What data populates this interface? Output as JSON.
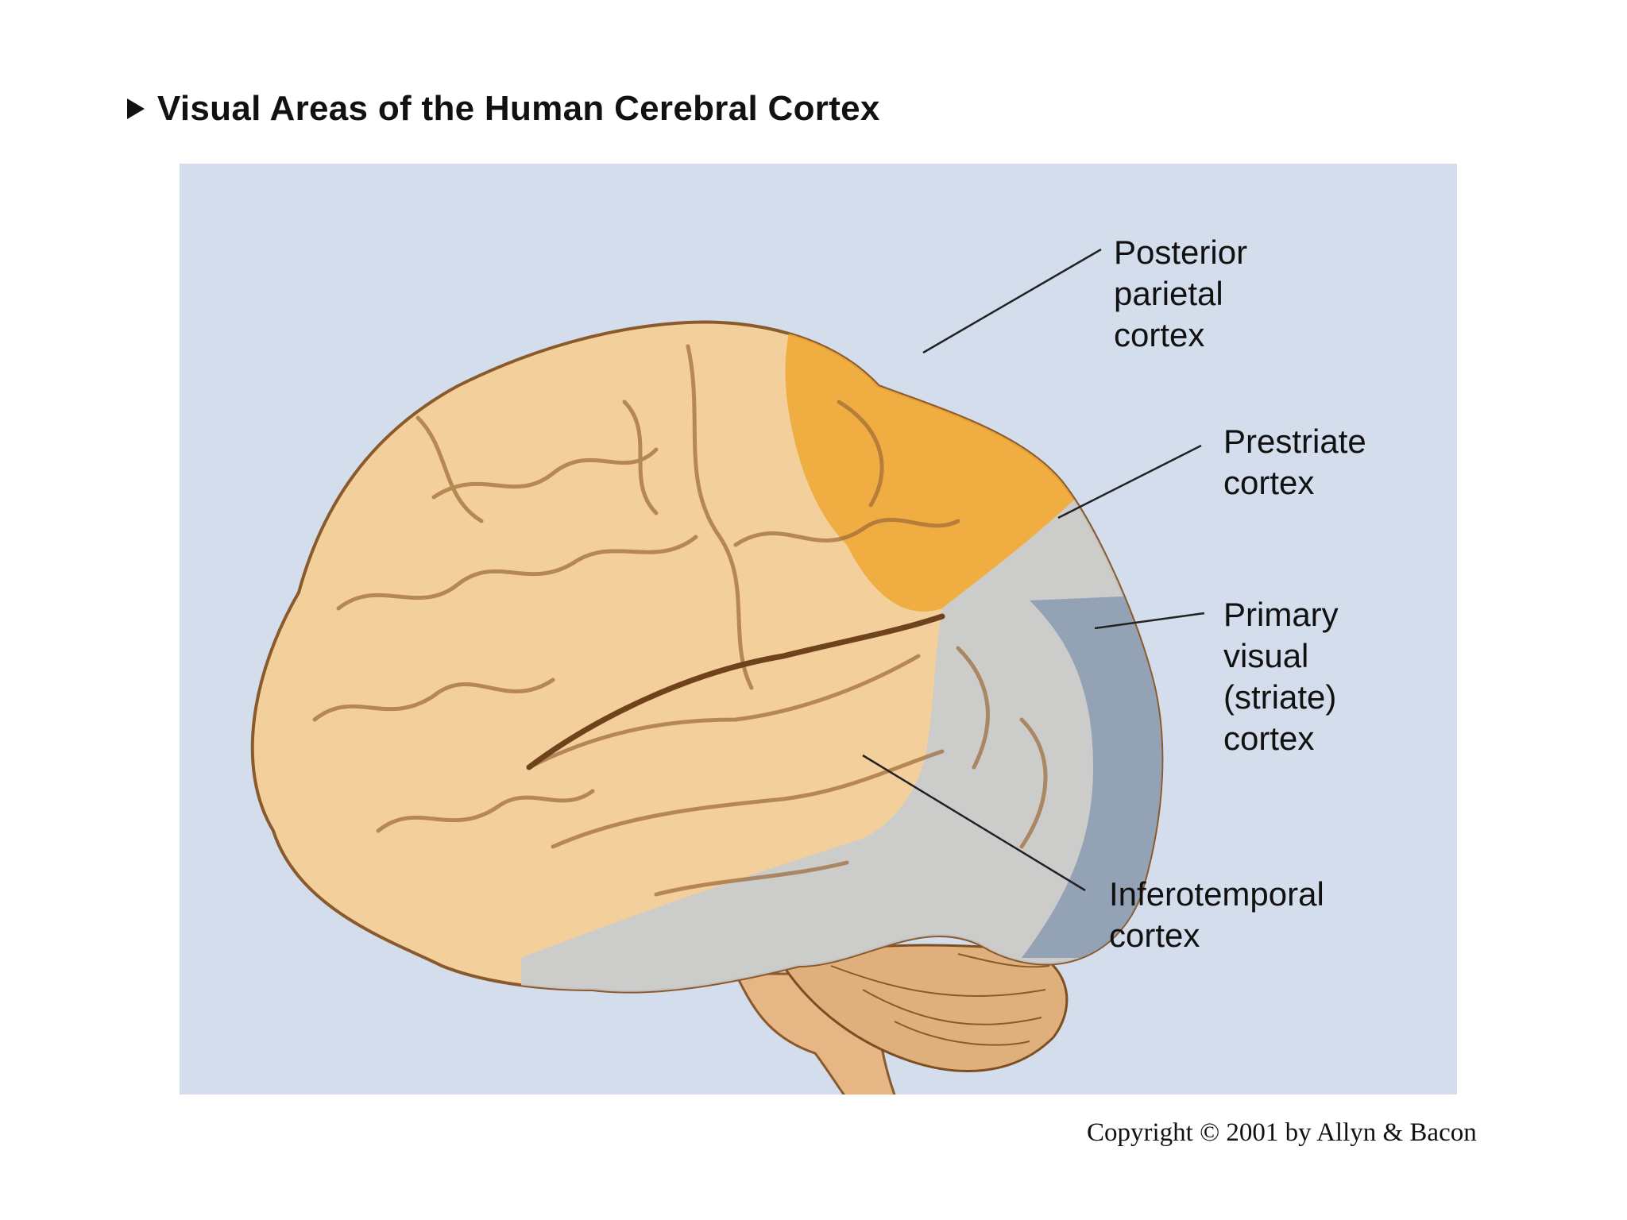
{
  "title": "Visual Areas of the Human Cerebral Cortex",
  "labels": {
    "posterior_parietal": [
      "Posterior",
      "parietal",
      "cortex"
    ],
    "prestriate": [
      "Prestriate",
      "cortex"
    ],
    "primary_visual": [
      "Primary",
      "visual",
      "(striate)",
      "cortex"
    ],
    "inferotemporal": [
      "Inferotemporal",
      "cortex"
    ]
  },
  "copyright": "Copyright © 2001 by Allyn & Bacon",
  "colors": {
    "panel_background": "#d3ddeb",
    "brain": "#f3cf9c",
    "posterior_parietal": "#f0a838",
    "prestriate_inferotemporal": "#c9cccf",
    "primary_visual": "#8e9db4",
    "cerebellum": "#d9a877"
  }
}
